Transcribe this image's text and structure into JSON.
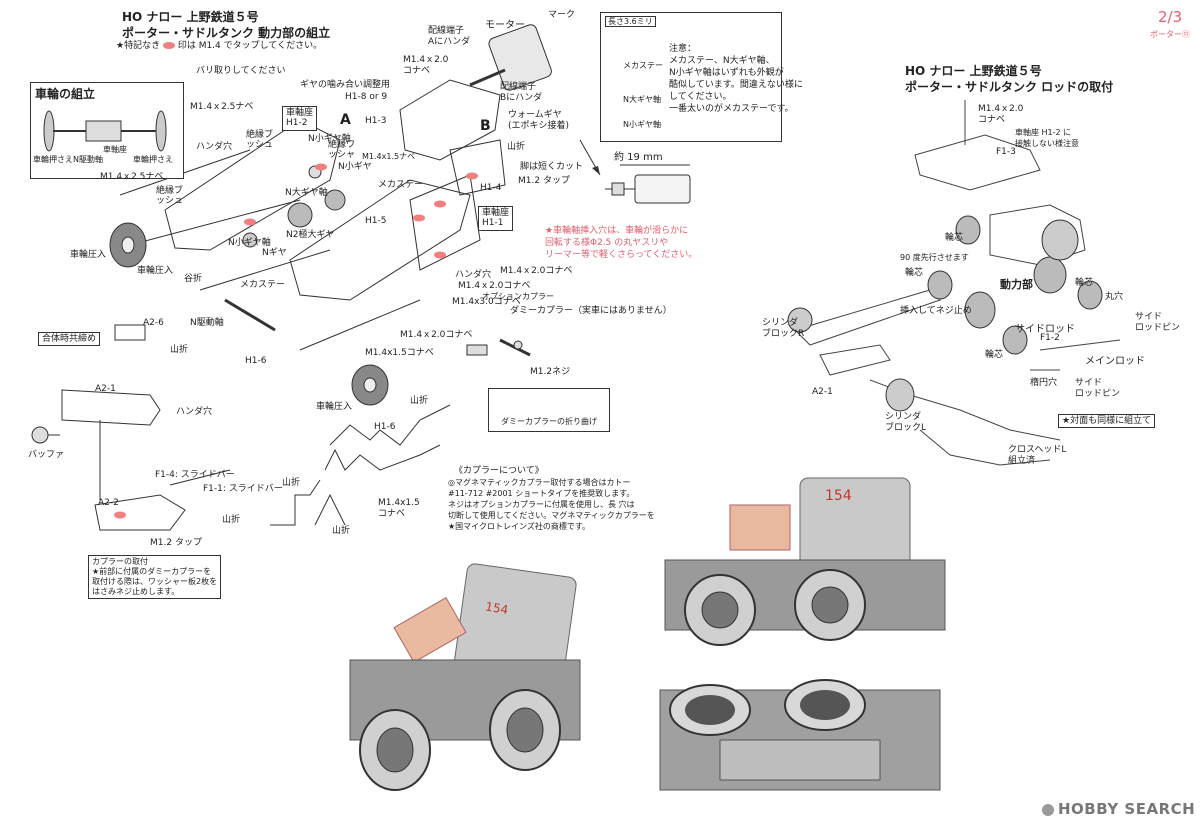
{
  "page_num": "2/3",
  "page_sub": "ポーター⑪",
  "left_title": {
    "line1": "HO ナロー 上野鉄道５号",
    "line2": "ポーター・サドルタンク 動力部の組立",
    "note_prefix": "★特記なき",
    "note_suffix": "印は M1.4 でタップしてください。"
  },
  "right_title": {
    "line1": "HO ナロー 上野鉄道５号",
    "line2": "ポーター・サドルタンク ロッドの取付"
  },
  "wheel_box": {
    "title": "車輪の組立",
    "labels": [
      "車輪押さえ",
      "N駆動軸",
      "車軸座",
      "車輪押さえ"
    ]
  },
  "top_labels": {
    "mark": "マーク",
    "motor": "モーター",
    "term_a_1": "配線端子",
    "term_a_2": "Aにハンダ",
    "term_b_1": "配線端子",
    "term_b_2": "Bにハンダ",
    "worm_1": "ウォームギヤ",
    "worm_2": "(エポキシ接着)",
    "m14x20_1": "M1.4ｘ2.0",
    "konabe": "コナベ",
    "gear_adj_1": "ギヤの噛み合い調整用",
    "gear_adj_2": "H1-8 or 9",
    "bari": "バリ取りしてください",
    "m14x25_1": "M1.4ｘ2.5ナベ",
    "handa_ana": "ハンダ穴",
    "zetsuen_bush": "絶縁ブッシュ",
    "shajikuza_h12_1": "車軸座",
    "shajikuza_h12_2": "H1-2",
    "letter_a": "A",
    "letter_b": "B",
    "h13": "H1-3",
    "zetsuen_washer": "絶縁ワッシャ",
    "m14x15_a": "M1.4x1.5ナベ",
    "yama": "山折",
    "ashi_cut": "脚は短くカット",
    "h14": "H1-4",
    "m12_tap": "M1.2 タップ",
    "nsmall_1": "N小ギヤ軸",
    "nsmall_2": "N小ギヤ",
    "nbig_axle": "N大ギヤ軸",
    "mecha": "メカステー",
    "shajikuza_h11_1": "車軸座",
    "shajikuza_h11_2": "H1-1",
    "m14x25_2": "M1.4ｘ2.5ナベ",
    "zetsuen_bush2": "絶縁ブッシュ",
    "sharin_atsu": "車輪圧入",
    "n2big": "N2極大ギヤ",
    "h15": "H1-5",
    "n_gear": "Nギヤ",
    "n_small_gear_axle": "N小ギヤ軸",
    "mecha2": "メカステー",
    "n_drive": "N駆動軸",
    "tani": "谷折",
    "m14x20_kon": "M1.4ｘ2.0コナベ",
    "m14x20_kon2": "M1.4ｘ2.0コナベ",
    "m14x30": "M1.4x3.0コナベ",
    "m14x15_b": "M1.4x1.5コナベ",
    "handa_ana2": "ハンダ穴",
    "option_coupler": "オプションカプラー",
    "dummy_coupler": "ダミーカプラー（実車にはありません）",
    "m12_neji": "M1.2ネジ",
    "h16": "H1-6",
    "sharin_atsu2": "車輪圧入",
    "h16b": "H1-6",
    "yamaori2": "山折",
    "yamaori3": "山折",
    "m14x15_c": "M1.4x1.5",
    "konabe2": "コナベ",
    "dummy_bend": "ダミーカプラーの折り曲げ",
    "approx": "約 19 mm"
  },
  "caution": {
    "label_len": "長さ3.6ミリ",
    "mecha": "メカステー",
    "n_big": "N大ギヤ軸",
    "n_small": "N小ギヤ軸",
    "lines": [
      "注意：",
      "メカステー、N大ギヤ軸、",
      "N小ギヤ軸はいずれも外観が",
      "酷似しています。間違えない様に",
      "してください。",
      "一番太いのがメカステーです。"
    ]
  },
  "red_note": [
    "★車輪軸挿入穴は、車輪が滑らかに",
    "回転する様Φ2.5 の丸ヤスリや",
    "リーマー等で軽くさらってください。"
  ],
  "coupler_about": {
    "title": "《カプラーについて》",
    "lines": [
      "◎マグネマティックカプラー取付する場合はカトー",
      "#11-712 #2001 ショートタイプを推奨致します。",
      "ネジはオプションカプラーに付属を使用し、長 穴は",
      "切断して使用してください。マグネマティックカプラーを",
      "★国マイクロトレインズ社の商標です。"
    ]
  },
  "left_lower": {
    "gattai": "合体時共締め",
    "a26": "A2-6",
    "a21": "A2-1",
    "yama": "山折",
    "handa": "ハンダ穴",
    "buffer": "バッファ",
    "f14": "F1-4: スライドバー",
    "f11": "F1-1: スライドバー",
    "a22": "A2-2",
    "m12_tap": "M1.2 タップ",
    "yama2": "山折",
    "coupler_note": [
      "カプラーの取付",
      "★前部に付属のダミーカプラーを",
      "取付ける際は、ワッシャー板2枚を",
      "はさみネジ止めします。"
    ]
  },
  "rod": {
    "m14x20": "M1.4ｘ2.0",
    "konabe": "コナベ",
    "f13": "F1-3",
    "note1": "車軸座 H1-2 に",
    "note2": "接触しない様注意",
    "rinshin1": "輪芯",
    "deg90": "90 度先行させます",
    "rinshin2": "輪芯",
    "douryoku": "動力部",
    "rinshin3": "輪芯",
    "maru": "丸穴",
    "side_pin": "サイド",
    "side_pin2": "ロッドピン",
    "cyl_r1": "シリンダ",
    "cyl_r2": "ブロックR",
    "insert": "挿入してネジ止め",
    "side_rod": "サイドロッド",
    "f12": "F1-2",
    "main_rod": "メインロッド",
    "rinshin4": "輪芯",
    "daen": "楕円穴",
    "side2": "サイド",
    "side2b": "ロッドピン",
    "a21": "A2-1",
    "cyl_l1": "シリンダ",
    "cyl_l2": "ブロックL",
    "taimen": "★対面も同様に組立て",
    "cross1": "クロスヘッドL",
    "cross2": "組立済"
  },
  "motor_number": "154",
  "watermark": "HOBBY SEARCH"
}
